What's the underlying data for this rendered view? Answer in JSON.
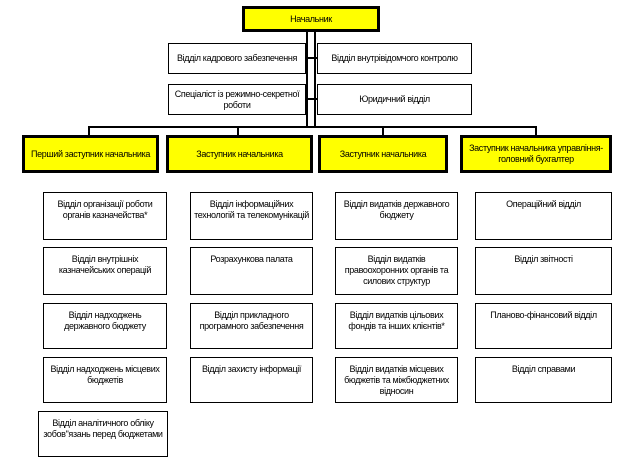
{
  "org": {
    "chief": "Начальник",
    "staff_units": [
      "Відділ кадрового забезпечення",
      "Відділ внутрівідомчого контролю",
      "Спеціаліст із режимно-секретної роботи",
      "Юридичний відділ"
    ],
    "deputies": [
      "Перший заступник начальника",
      "Заступник начальника",
      "Заступник начальника управління-головний бухгалтер"
    ],
    "columns": [
      {
        "departments": [
          "Відділ організації роботи органів казначейства*",
          "Відділ внутрішніх казначейських операцій",
          "Відділ надходжень державного бюджету",
          "Відділ надходжень місцевих бюджетів",
          "Відділ аналітичного обліку зобов\"язань перед бюджетами"
        ]
      },
      {
        "departments": [
          "Відділ інформаційних технологій та телекомунікацій",
          "Розрахункова палата",
          "Відділ прикладного програмного забезпечення",
          "Відділ захисту інформації"
        ]
      },
      {
        "departments": [
          "Відділ видатків державного бюджету",
          "Відділ видатків правоохоронних органів та силових структур",
          "Відділ видатків цільових фондів та інших клієнтів*",
          "Відділ видатків місцевих бюджетів та міжбюджетних відносин"
        ]
      },
      {
        "departments": [
          "Операційний відділ",
          "Відділ звітності",
          "Планово-фінансовий відділ",
          "Відділ справами"
        ]
      }
    ]
  },
  "colors": {
    "highlight": "#ffff00",
    "line": "#000000",
    "background": "#ffffff"
  }
}
